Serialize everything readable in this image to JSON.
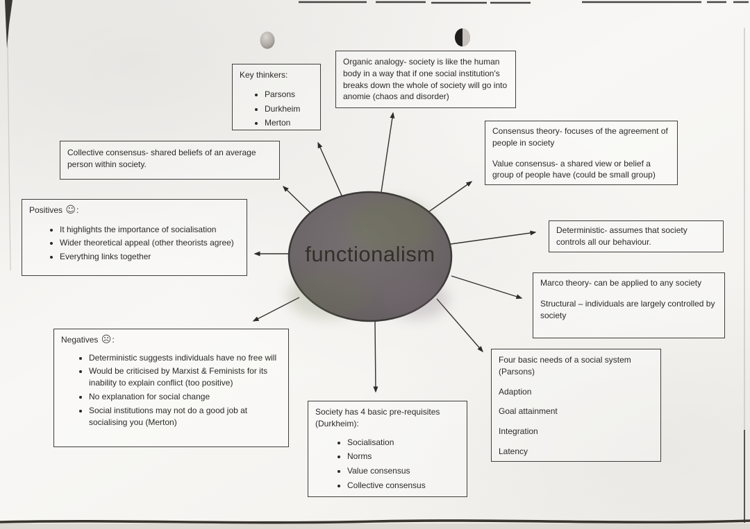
{
  "colors": {
    "ink": "#2a2927",
    "line": "#3f3d3a",
    "ellipse_fill": "#6e6769",
    "ellipse_border": "#3a3836",
    "paper": "#f6f5f2"
  },
  "center": {
    "label": "functionalism"
  },
  "boxes": {
    "key_thinkers": {
      "title": "Key thinkers:",
      "items": [
        "Parsons",
        "Durkheim",
        "Merton"
      ]
    },
    "organic": {
      "text": "Organic analogy- society is like the human body in a way that if one social institution's breaks down the whole of society will go into anomie (chaos and disorder)"
    },
    "consensus": {
      "line1": "Consensus theory- focuses of the agreement of people in society",
      "line2": "Value consensus- a shared view or belief a group of people have (could be small group)"
    },
    "deterministic": {
      "text": "Deterministic- assumes that society controls all our behaviour."
    },
    "macro": {
      "line1": "Marco theory- can be applied to any society",
      "line2": "Structural – individuals are largely controlled by society"
    },
    "four_needs": {
      "title": "Four basic needs of a social system (Parsons)",
      "items": [
        "Adaption",
        "Goal attainment",
        "Integration",
        "Latency"
      ]
    },
    "prerequisites": {
      "title": "Society has 4 basic pre-requisites (Durkheim):",
      "items": [
        "Socialisation",
        "Norms",
        "Value consensus",
        "Collective consensus"
      ]
    },
    "negatives": {
      "title": "Negatives",
      "emoji": "☹",
      "suffix": ":",
      "items": [
        "Deterministic suggests individuals have no free will",
        "Would be criticised by Marxist & Feminists for its inability to explain conflict (too positive)",
        "No explanation for social change",
        "Social institutions may not do a good job at socialising you (Merton)"
      ]
    },
    "positives": {
      "title": "Positives",
      "emoji": "☺",
      "suffix": ":",
      "items": [
        "It highlights the importance of socialisation",
        "Wider theoretical appeal (other theorists agree)",
        "Everything links together"
      ]
    },
    "collective": {
      "text": "Collective consensus- shared beliefs of an average person within society."
    }
  }
}
